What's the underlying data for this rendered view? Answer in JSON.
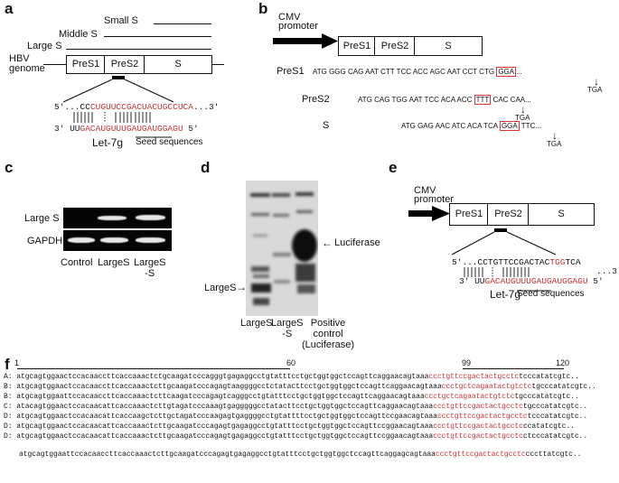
{
  "panels": {
    "a": "a",
    "b": "b",
    "c": "c",
    "d": "d",
    "e": "e",
    "f": "f"
  },
  "a": {
    "small_s": "Small S",
    "middle_s": "Middle S",
    "large_s": "Large S",
    "genome": "HBV\ngenome",
    "pres1": "PreS1",
    "pres2": "PreS2",
    "s": "S",
    "seq_top_prefix": "5'...CC",
    "seq_top_red": "CUGUUCCGACUACUGCCUCA",
    "seq_top_suffix": "...3'",
    "seq_bot_prefix": "3' UU",
    "seq_bot_red": "GACAUGUUUGAUGAUGGAGU",
    "seq_bot_suffix": " 5'",
    "let7g": "Let-7g",
    "seed": "Seed sequences"
  },
  "b": {
    "cmv": "CMV\npromoter",
    "pres1": "PreS1",
    "pres2": "PreS2",
    "s": "S",
    "rows": [
      {
        "label": "PreS1",
        "seq": "ATG GGG CAG AAT CTT TCC ACC AGC AAT CCT CTG",
        "boxed": "GGA",
        "tail": "...",
        "stop": "TGA"
      },
      {
        "label": "PreS2",
        "seq": "ATG CAG TGG AAT TCC ACA ACC",
        "boxed": "TTT",
        "tail": "CAC CAA...",
        "stop": "TGA"
      },
      {
        "label": "S",
        "seq": "ATG GAG AAC ATC ACA TCA",
        "boxed": "GGA",
        "tail": "TTC...",
        "stop": "TGA"
      }
    ]
  },
  "c": {
    "row1": "Large S",
    "row2": "GAPDH",
    "lanes": [
      "Control",
      "LargeS",
      "LargeS\n-S"
    ]
  },
  "d": {
    "luciferase": "Luciferase",
    "larges": "LargeS",
    "lanes": [
      "LargeS",
      "LargeS\n-S",
      "Positive\ncontrol\n(Luciferase)"
    ]
  },
  "e": {
    "cmv": "CMV\npromoter",
    "pres1": "PreS1",
    "pres2": "PreS2",
    "s": "S",
    "seq_top_prefix": "5'...CCTGTTCCGACTAC",
    "seq_top_red": "TGG",
    "seq_top_suffix": "TCA",
    "seq_top_end": "...3'",
    "seq_bot_prefix": "3' UU",
    "seq_bot_red": "GACAUGUUUGAUGAUGGAGU",
    "seq_bot_suffix": " 5'",
    "let7g": "Let-7g",
    "seed": "Seed sequences"
  },
  "f": {
    "ruler": {
      "start": "1",
      "mark60": "60",
      "mark99": "99",
      "mark120": "120"
    },
    "rows": [
      {
        "label": "A:",
        "black1": "atgcagtggaactccacaaccttcaccaaactctgcaagatcccagggtgagaggcctgtatttcctgctggtggctccagttcaggaacagtaaa",
        "red": "ccctgttccgactactgcctc",
        "black2": "tcccatatcgtc.."
      },
      {
        "label": "B:",
        "black1": "atgcagtggaactccacaaccttcaccaaactcttgcaagatcccagagtaaggggcctctatacttcctgctggtggctccagttcaggaacagtaaa",
        "red": "ccctgctcagaatactgtctc",
        "black2": "tgcccatatcgtc.."
      },
      {
        "label": "B:",
        "black1": "atgcagtggaattccacaaccttcaccaaactcttcaagatcccagagtcagggcctgtatttcctgctggtggctccagttcaggaacagtaaa",
        "red": "ccctgctcagaatactgtctc",
        "black2": "tgcccatatcgtc.."
      },
      {
        "label": "C:",
        "black1": "atacagtggaactccacaacattcaccaaactcttgtagatcccaaagtgagggggcctatacttcctgctggtggctccagttcaggaacagtaaa",
        "red": "ccctgttccgactactgcctc",
        "black2": "tgcccatatcgtc.."
      },
      {
        "label": "D:",
        "black1": "atgcagtggaactccacaacattcaccaagctcttgctagatcccaagagtgaggggcctgtattttcctgctggtggctccagttccgaacagtaaa",
        "red": "ccctgttccgactactgcctc",
        "black2": "tcccatatcgtc.."
      },
      {
        "label": "D:",
        "black1": "atgcagtggaactccacaacattcaccaaactcttgcaagatcccagagtgagaggcctgtatttcctgctggtggctccagttccggaacagtaaa",
        "red": "ccctgttccgactactgcctc",
        "black2": "ccatatcgtc.."
      },
      {
        "label": "D:",
        "black1": "atgcagtggaactccacaacattcaccaaactcttgcaagatcccagagtgagaggcctgtatttcctgctggtggctccagttccggaacagtaaa",
        "red": "ccctgttccgactactgcctc",
        "black2": "ctcccatatcgtc.."
      },
      {
        "label": "",
        "black1": "atgcagtggaattccacaaccttcaccaaactcttgcaagatcccagagtgagaggcctgtatttcctgctggtggctccagttcaggagcagtaaa",
        "red": "ccctgttccgactactgcctc",
        "black2": "cccttatcgtc.."
      }
    ]
  }
}
